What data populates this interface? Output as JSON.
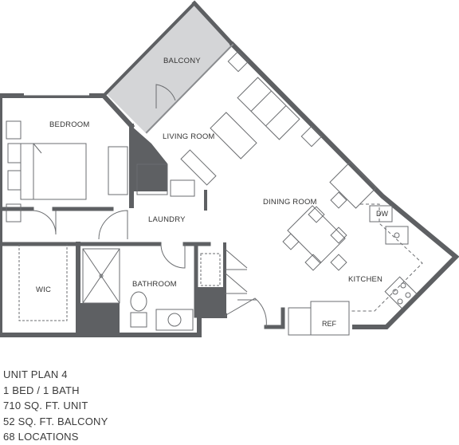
{
  "rooms": {
    "balcony": "BALCONY",
    "bedroom": "BEDROOM",
    "living_room": "LIVING ROOM",
    "laundry": "LAUNDRY",
    "dining_room": "DINING ROOM",
    "wic": "WIC",
    "bathroom": "BATHROOM",
    "kitchen": "KITCHEN"
  },
  "appliances": {
    "dishwasher": "DW",
    "refrigerator": "REF"
  },
  "unit_info": {
    "plan": "UNIT PLAN 4",
    "bed_bath": "1 BED / 1 BATH",
    "unit_area": "710 SQ. FT. UNIT",
    "balcony_area": "52 SQ. FT. BALCONY",
    "locations": "68 LOCATIONS"
  },
  "colors": {
    "wall": "#5e6063",
    "balcony_fill": "#d4d5d7",
    "line": "#6b6d70",
    "text": "#3a3a3a"
  }
}
